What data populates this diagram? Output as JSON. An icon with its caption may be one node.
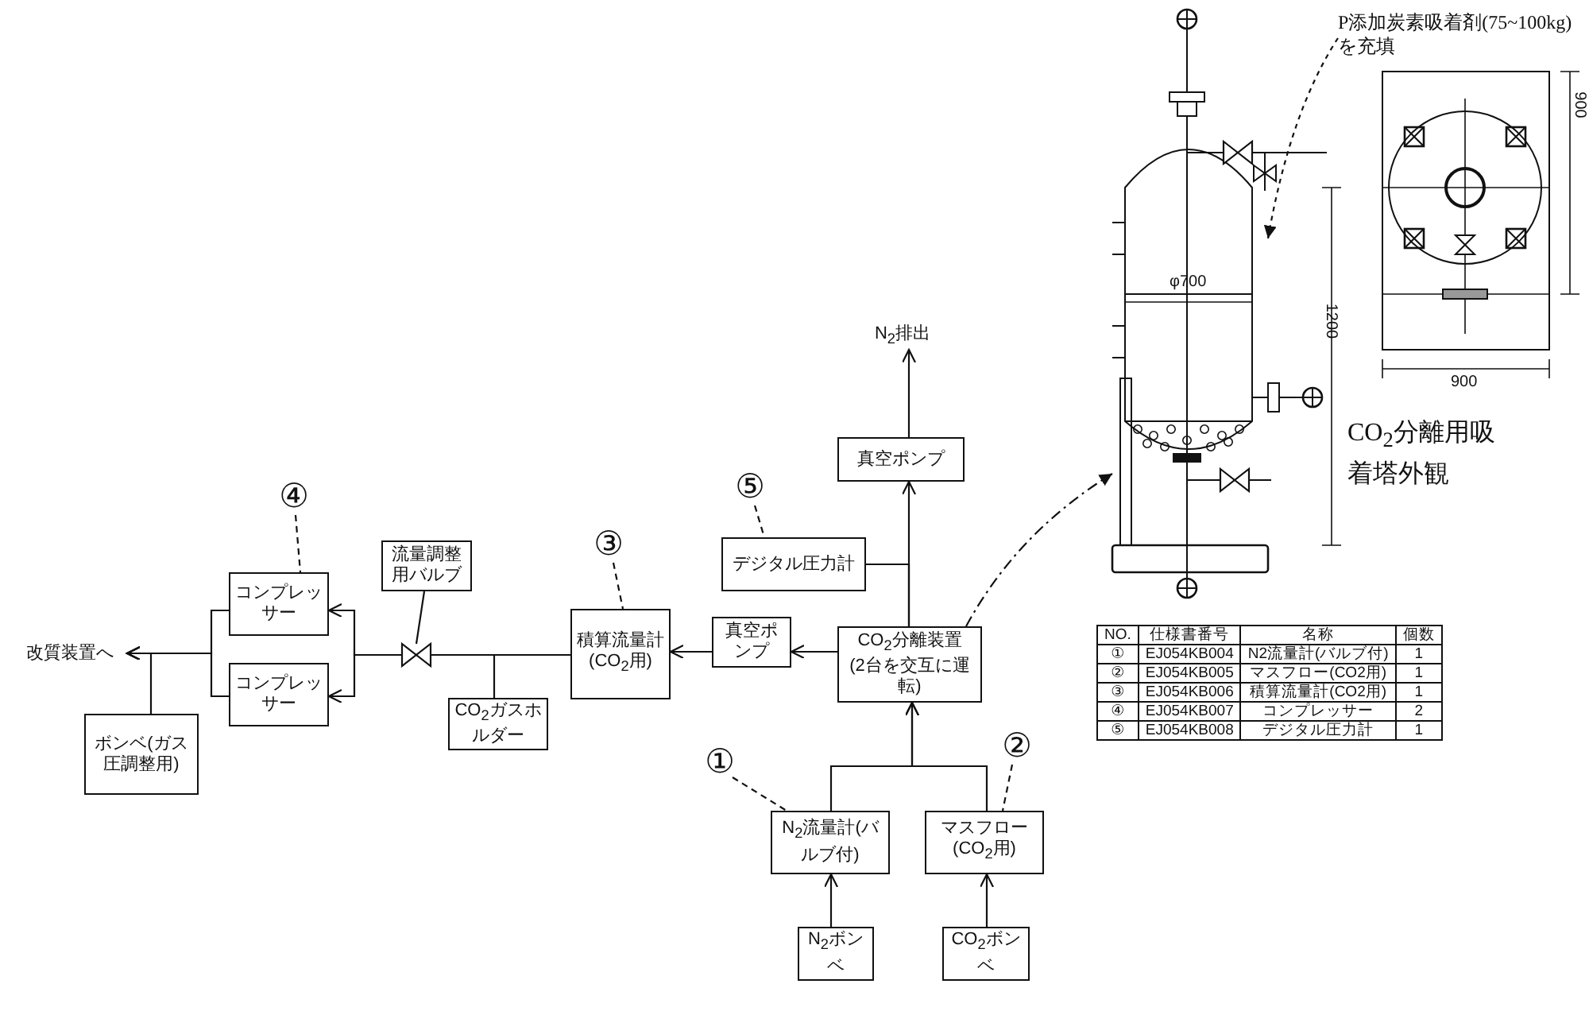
{
  "diagram": {
    "nodes": [
      {
        "text": [
          "P添加炭素吸着剤(75~100kg)を充填"
        ]
      },
      {
        "text": [],
        "shape": "picture"
      },
      {
        "text": [
          "N$_{2}$排出"
        ]
      },
      {
        "text": [
          "⑤"
        ]
      },
      {
        "text": [
          "真空ポンプ"
        ]
      },
      {
        "text": [
          "④"
        ]
      },
      {
        "text": [
          "流量調整用バルブ"
        ]
      },
      {
        "text": [
          "③"
        ]
      },
      {
        "text": [
          "デジタル圧力計"
        ]
      },
      {
        "text": [
          "改質装置へ"
        ]
      },
      {
        "text": [
          "コンプレッサー"
        ]
      },
      {
        "text": [
          "コンプレッサー"
        ]
      },
      {
        "text": [],
        "shape": "valve"
      },
      {
        "text": [
          "積算流量計(CO$_{2}$用)"
        ]
      },
      {
        "text": [
          "真空ポンプ"
        ]
      },
      {
        "text": [
          "CO$_{2}$分離装置",
          "(2台を交互に運転)"
        ]
      },
      {
        "text": [
          "ボンベ(ガス圧調整用)"
        ]
      },
      {
        "text": [
          "CO$_{2}$ガスホルダー"
        ]
      },
      {
        "text": [
          "①"
        ]
      },
      {
        "text": [
          "②"
        ]
      },
      {
        "text": [
          "N$_{2}$流量計(バルブ付)"
        ]
      },
      {
        "text": [
          "マスフロー(CO$_{2}$用)"
        ]
      },
      {
        "text": [
          "N$_{2}$ボンベ"
        ]
      },
      {
        "text": [
          "CO$_{2}$ボンベ"
        ]
      }
    ],
    "edges": [
      {
        "from": 0,
        "to": 1,
        "arrow": "to",
        "style": "dashed"
      },
      {
        "from": 15,
        "to": 1,
        "arrow": "to",
        "style": "dashed"
      },
      {
        "from": 22,
        "to": 20,
        "arrow": "to"
      },
      {
        "from": 23,
        "to": 21,
        "arrow": "to"
      },
      {
        "from": 20,
        "to": 15,
        "arrow": "to"
      },
      {
        "from": 21,
        "to": 15,
        "arrow": "to"
      },
      {
        "from": 15,
        "to": 4,
        "arrow": "to"
      },
      {
        "from": 15,
        "to": 8,
        "arrow": "none"
      },
      {
        "from": 4,
        "to": 2,
        "arrow": "to"
      },
      {
        "from": 15,
        "to": 14,
        "arrow": "to"
      },
      {
        "from": 14,
        "to": 13,
        "arrow": "to"
      },
      {
        "from": 13,
        "to": 17,
        "arrow": "none"
      },
      {
        "from": 13,
        "to": 12,
        "arrow": "none"
      },
      {
        "from": 12,
        "to": 10,
        "arrow": "to"
      },
      {
        "from": 12,
        "to": 11,
        "arrow": "to"
      },
      {
        "from": 10,
        "to": 9,
        "arrow": "to"
      },
      {
        "from": 11,
        "to": 9,
        "arrow": "to"
      },
      {
        "from": 16,
        "to": 9,
        "arrow": "to"
      },
      {
        "from": 18,
        "to": 20,
        "arrow": "none",
        "style": "dashed"
      },
      {
        "from": 19,
        "to": 21,
        "arrow": "none",
        "style": "dashed"
      },
      {
        "from": 7,
        "to": 13,
        "arrow": "none",
        "style": "dashed"
      },
      {
        "from": 5,
        "to": 10,
        "arrow": "none",
        "style": "dashed"
      },
      {
        "from": 3,
        "to": 8,
        "arrow": "none",
        "style": "dashed"
      },
      {
        "from": 6,
        "to": 12,
        "arrow": "none"
      }
    ],
    "labels": [
      "φ700",
      "1200",
      "900",
      "900",
      "CO$_{2}$分離用吸着塔外観",
      "NO.",
      "仕様書番号",
      "名称",
      "個数",
      "①",
      "EJ054KB004",
      "N2流量計(バルブ付)",
      "1",
      "②",
      "EJ054KB005",
      "マスフロー(CO2用)",
      "1",
      "③",
      "EJ054KB006",
      "積算流量計(CO2用)",
      "1",
      "④",
      "EJ054KB007",
      "コンプレッサー",
      "2",
      "⑤",
      "EJ054KB008",
      "デジタル圧力計",
      "1"
    ]
  }
}
